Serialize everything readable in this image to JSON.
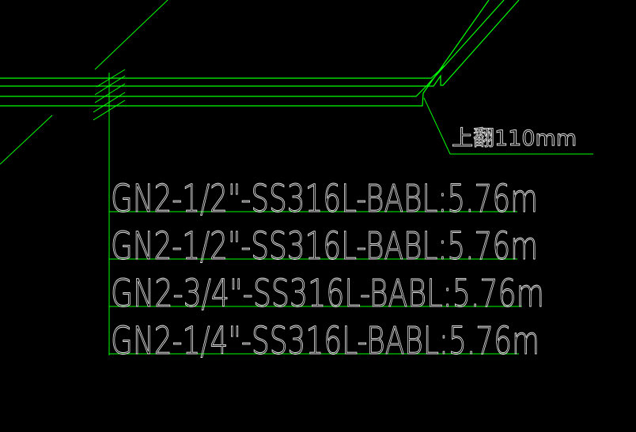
{
  "colors": {
    "background": "#000000",
    "linework": "#00ff00",
    "text": "#e8e8e8"
  },
  "annotation": {
    "label": "上翻110mm"
  },
  "pipe_labels": [
    "GN2-1/2\"-SS316L-BABL:5.76m",
    "GN2-1/2\"-SS316L-BABL:5.76m",
    "GN2-3/4\"-SS316L-BABL:5.76m",
    "GN2-1/4\"-SS316L-BABL:5.76m"
  ]
}
